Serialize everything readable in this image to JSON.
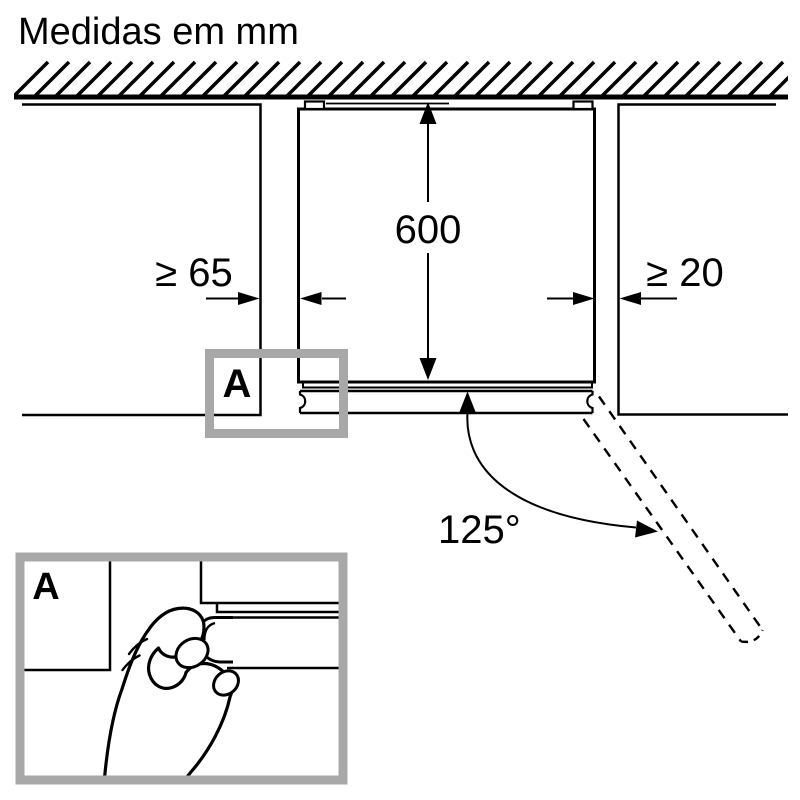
{
  "title": "Medidas em mm",
  "diagram": {
    "detail_marker": "A",
    "dimensions": {
      "depth": {
        "label": "600",
        "value_mm": 600
      },
      "left_clearance": {
        "label": "≥ 65",
        "min_mm": 65
      },
      "right_clearance": {
        "label": "≥ 20",
        "min_mm": 20
      },
      "door_angle": {
        "label": "125°",
        "degrees": 125
      }
    },
    "colors": {
      "line": "#000000",
      "callout": "#a8a8a8",
      "background": "#ffffff"
    }
  },
  "detail_view": {
    "marker": "A",
    "illustration": "hand-gripping-door-edge-icon"
  }
}
